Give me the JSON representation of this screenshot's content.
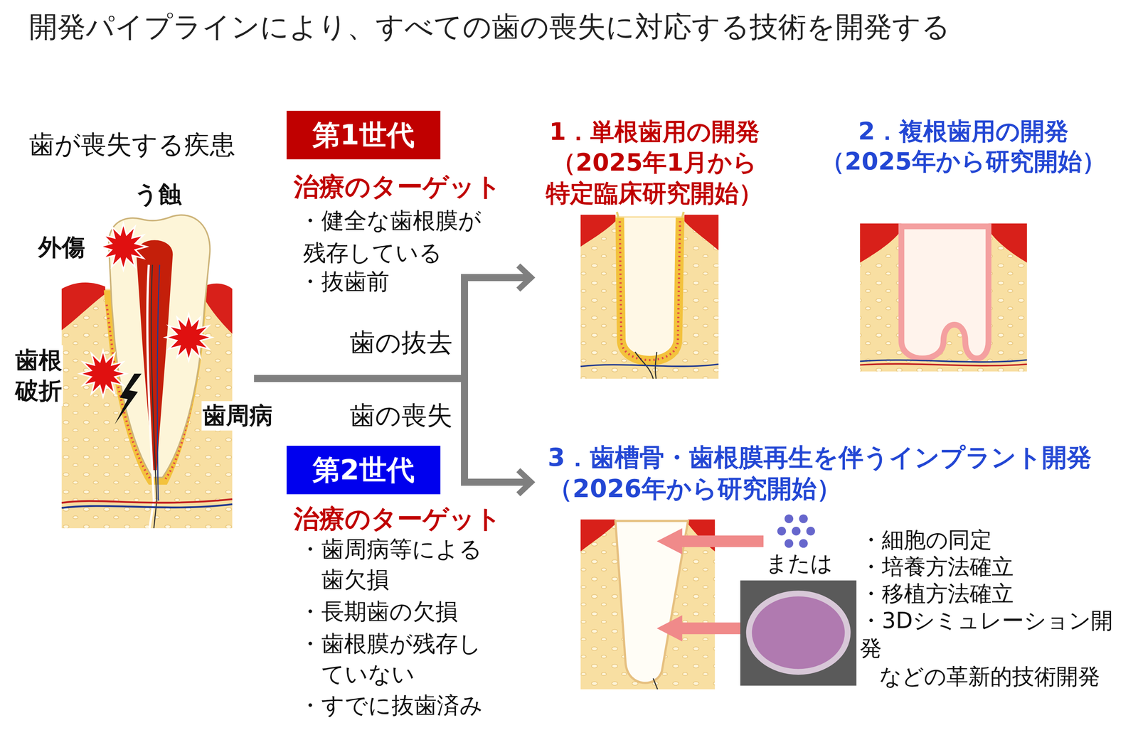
{
  "diagram": {
    "title": "開発パイプラインにより、すべての歯の喪失に対応する技術を開発する",
    "nodes": [
      {
        "text": [
          "歯が喪失する疾患"
        ]
      },
      {
        "text": [
          "第1世代"
        ]
      },
      {
        "text": [
          "1．単根歯用の開発 （2025年1月から 特定臨床研究開始）"
        ]
      },
      {
        "text": [
          "2．複根歯用の開発 （2025年から研究開始）"
        ]
      },
      {
        "text": [
          "第2世代"
        ]
      },
      {
        "text": [
          "3．歯槽骨・歯根膜再生を伴うインプラント開発 （2026年から研究開始）"
        ]
      }
    ],
    "edges": [
      {
        "from": 0,
        "to": 2,
        "arrow": "to",
        "label": "歯の抜去"
      },
      {
        "from": 0,
        "to": 5,
        "arrow": "to",
        "label": "歯の喪失"
      }
    ],
    "labels": [
      "う蝕",
      "外傷",
      "歯根 破折",
      "歯周病",
      "治療のターゲット",
      "・健全な歯根膜が 残存している",
      "・抜歯前",
      "治療のターゲット",
      "・歯周病等による 歯欠損",
      "・長期歯の欠損",
      "・歯根膜が残存し ていない",
      "・すでに抜歯済み",
      "または",
      "・細胞の同定",
      "・培養方法確立",
      "・移植方法確立",
      "・3Dシミュレーション開 発",
      "などの革新的技術開発"
    ]
  }
}
